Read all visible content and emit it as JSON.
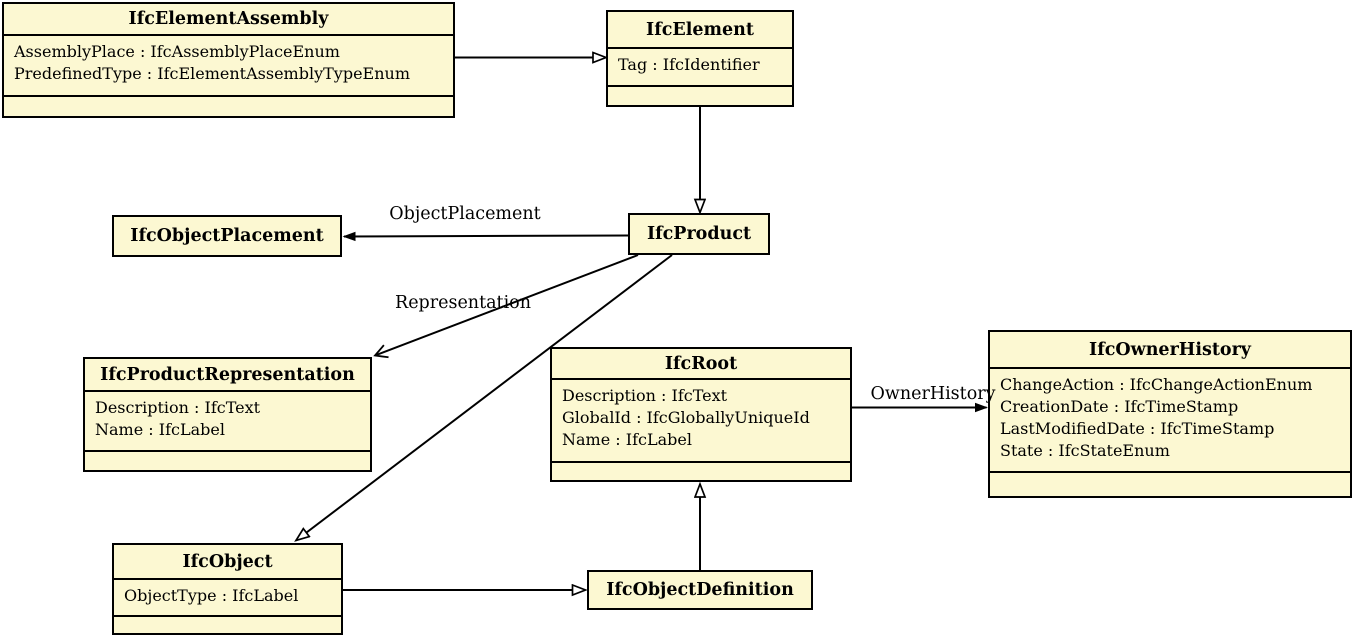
{
  "diagram": {
    "kind": "uml-class-diagram",
    "subject": "IFC entity inheritance and associations",
    "colors": {
      "node_fill": "#FCF8D2",
      "node_border": "#000000",
      "edge": "#000000",
      "background": "#FFFFFF",
      "text": "#000000"
    },
    "nodes": [
      {
        "id": "IfcElementAssembly",
        "title": "IfcElementAssembly",
        "attributes": [
          "AssemblyPlace : IfcAssemblyPlaceEnum",
          "PredefinedType : IfcElementAssemblyTypeEnum"
        ]
      },
      {
        "id": "IfcElement",
        "title": "IfcElement",
        "attributes": [
          "Tag : IfcIdentifier"
        ]
      },
      {
        "id": "IfcObjectPlacement",
        "title": "IfcObjectPlacement",
        "attributes": []
      },
      {
        "id": "IfcProduct",
        "title": "IfcProduct",
        "attributes": []
      },
      {
        "id": "IfcProductRepresentation",
        "title": "IfcProductRepresentation",
        "attributes": [
          "Description : IfcText",
          "Name : IfcLabel"
        ]
      },
      {
        "id": "IfcRoot",
        "title": "IfcRoot",
        "attributes": [
          "Description : IfcText",
          "GlobalId : IfcGloballyUniqueId",
          "Name : IfcLabel"
        ]
      },
      {
        "id": "IfcOwnerHistory",
        "title": "IfcOwnerHistory",
        "attributes": [
          "ChangeAction : IfcChangeActionEnum",
          "CreationDate : IfcTimeStamp",
          "LastModifiedDate : IfcTimeStamp",
          "State : IfcStateEnum"
        ]
      },
      {
        "id": "IfcObject",
        "title": "IfcObject",
        "attributes": [
          "ObjectType : IfcLabel"
        ]
      },
      {
        "id": "IfcObjectDefinition",
        "title": "IfcObjectDefinition",
        "attributes": []
      }
    ],
    "edges": [
      {
        "from": "IfcElementAssembly",
        "to": "IfcElement",
        "kind": "generalization",
        "label": ""
      },
      {
        "from": "IfcElement",
        "to": "IfcProduct",
        "kind": "generalization",
        "label": ""
      },
      {
        "from": "IfcProduct",
        "to": "IfcObjectPlacement",
        "kind": "association",
        "label": "ObjectPlacement"
      },
      {
        "from": "IfcProduct",
        "to": "IfcProductRepresentation",
        "kind": "association",
        "label": "Representation"
      },
      {
        "from": "IfcProduct",
        "to": "IfcObject",
        "kind": "generalization",
        "label": ""
      },
      {
        "from": "IfcRoot",
        "to": "IfcOwnerHistory",
        "kind": "association",
        "label": "OwnerHistory"
      },
      {
        "from": "IfcObjectDefinition",
        "to": "IfcRoot",
        "kind": "generalization",
        "label": ""
      },
      {
        "from": "IfcObject",
        "to": "IfcObjectDefinition",
        "kind": "generalization",
        "label": ""
      }
    ]
  }
}
